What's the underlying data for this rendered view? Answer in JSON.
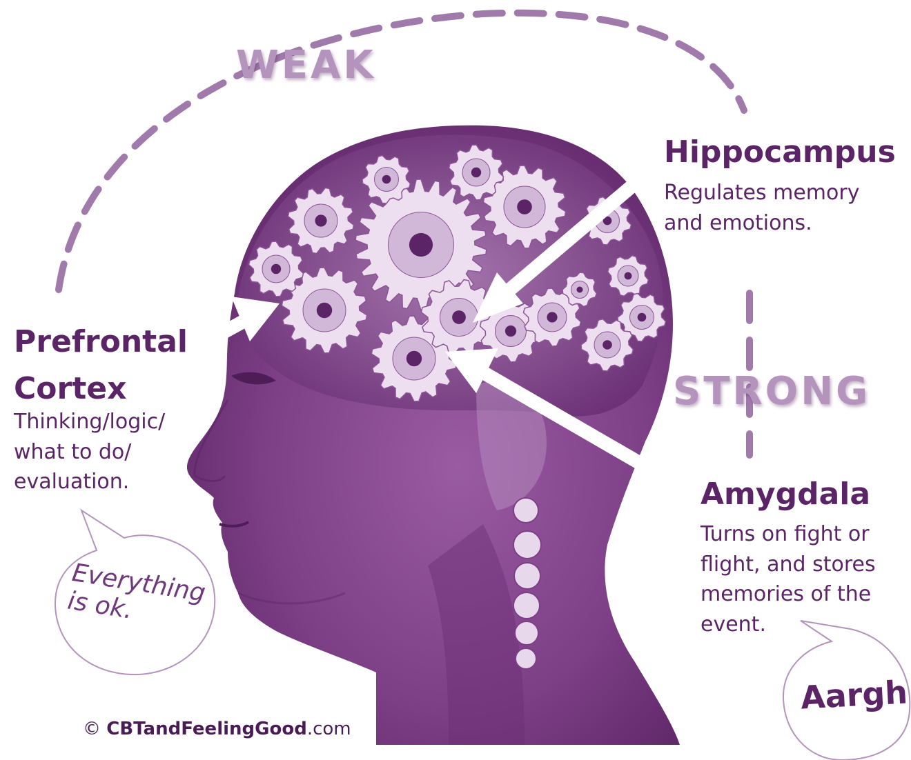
{
  "labels": {
    "weak": "WEAK",
    "strong": "STRONG"
  },
  "regions": {
    "hippocampus": {
      "title": "Hippocampus",
      "desc_line1": "Regulates memory",
      "desc_line2": "and emotions."
    },
    "prefrontal": {
      "title_line1": "Prefrontal",
      "title_line2": "Cortex",
      "desc_line1": "Thinking/logic/",
      "desc_line2": "what to do/",
      "desc_line3": "evaluation."
    },
    "amygdala": {
      "title": "Amygdala",
      "desc_line1": "Turns on fight or",
      "desc_line2": "flight, and stores",
      "desc_line3": "memories of the",
      "desc_line4": "event."
    }
  },
  "bubbles": {
    "left_line1": "Everything",
    "left_line2": "is ok.",
    "right": "Aargh!"
  },
  "credit": {
    "symbol": "©",
    "brand": "CBTandFeelingGood",
    "tld": ".com"
  },
  "colors": {
    "primary": "#5a2466",
    "head_fill": "#7d3f86",
    "dashed": "#a07aaa",
    "label_light": "#b493bd",
    "gear_light": "#eddff0"
  }
}
